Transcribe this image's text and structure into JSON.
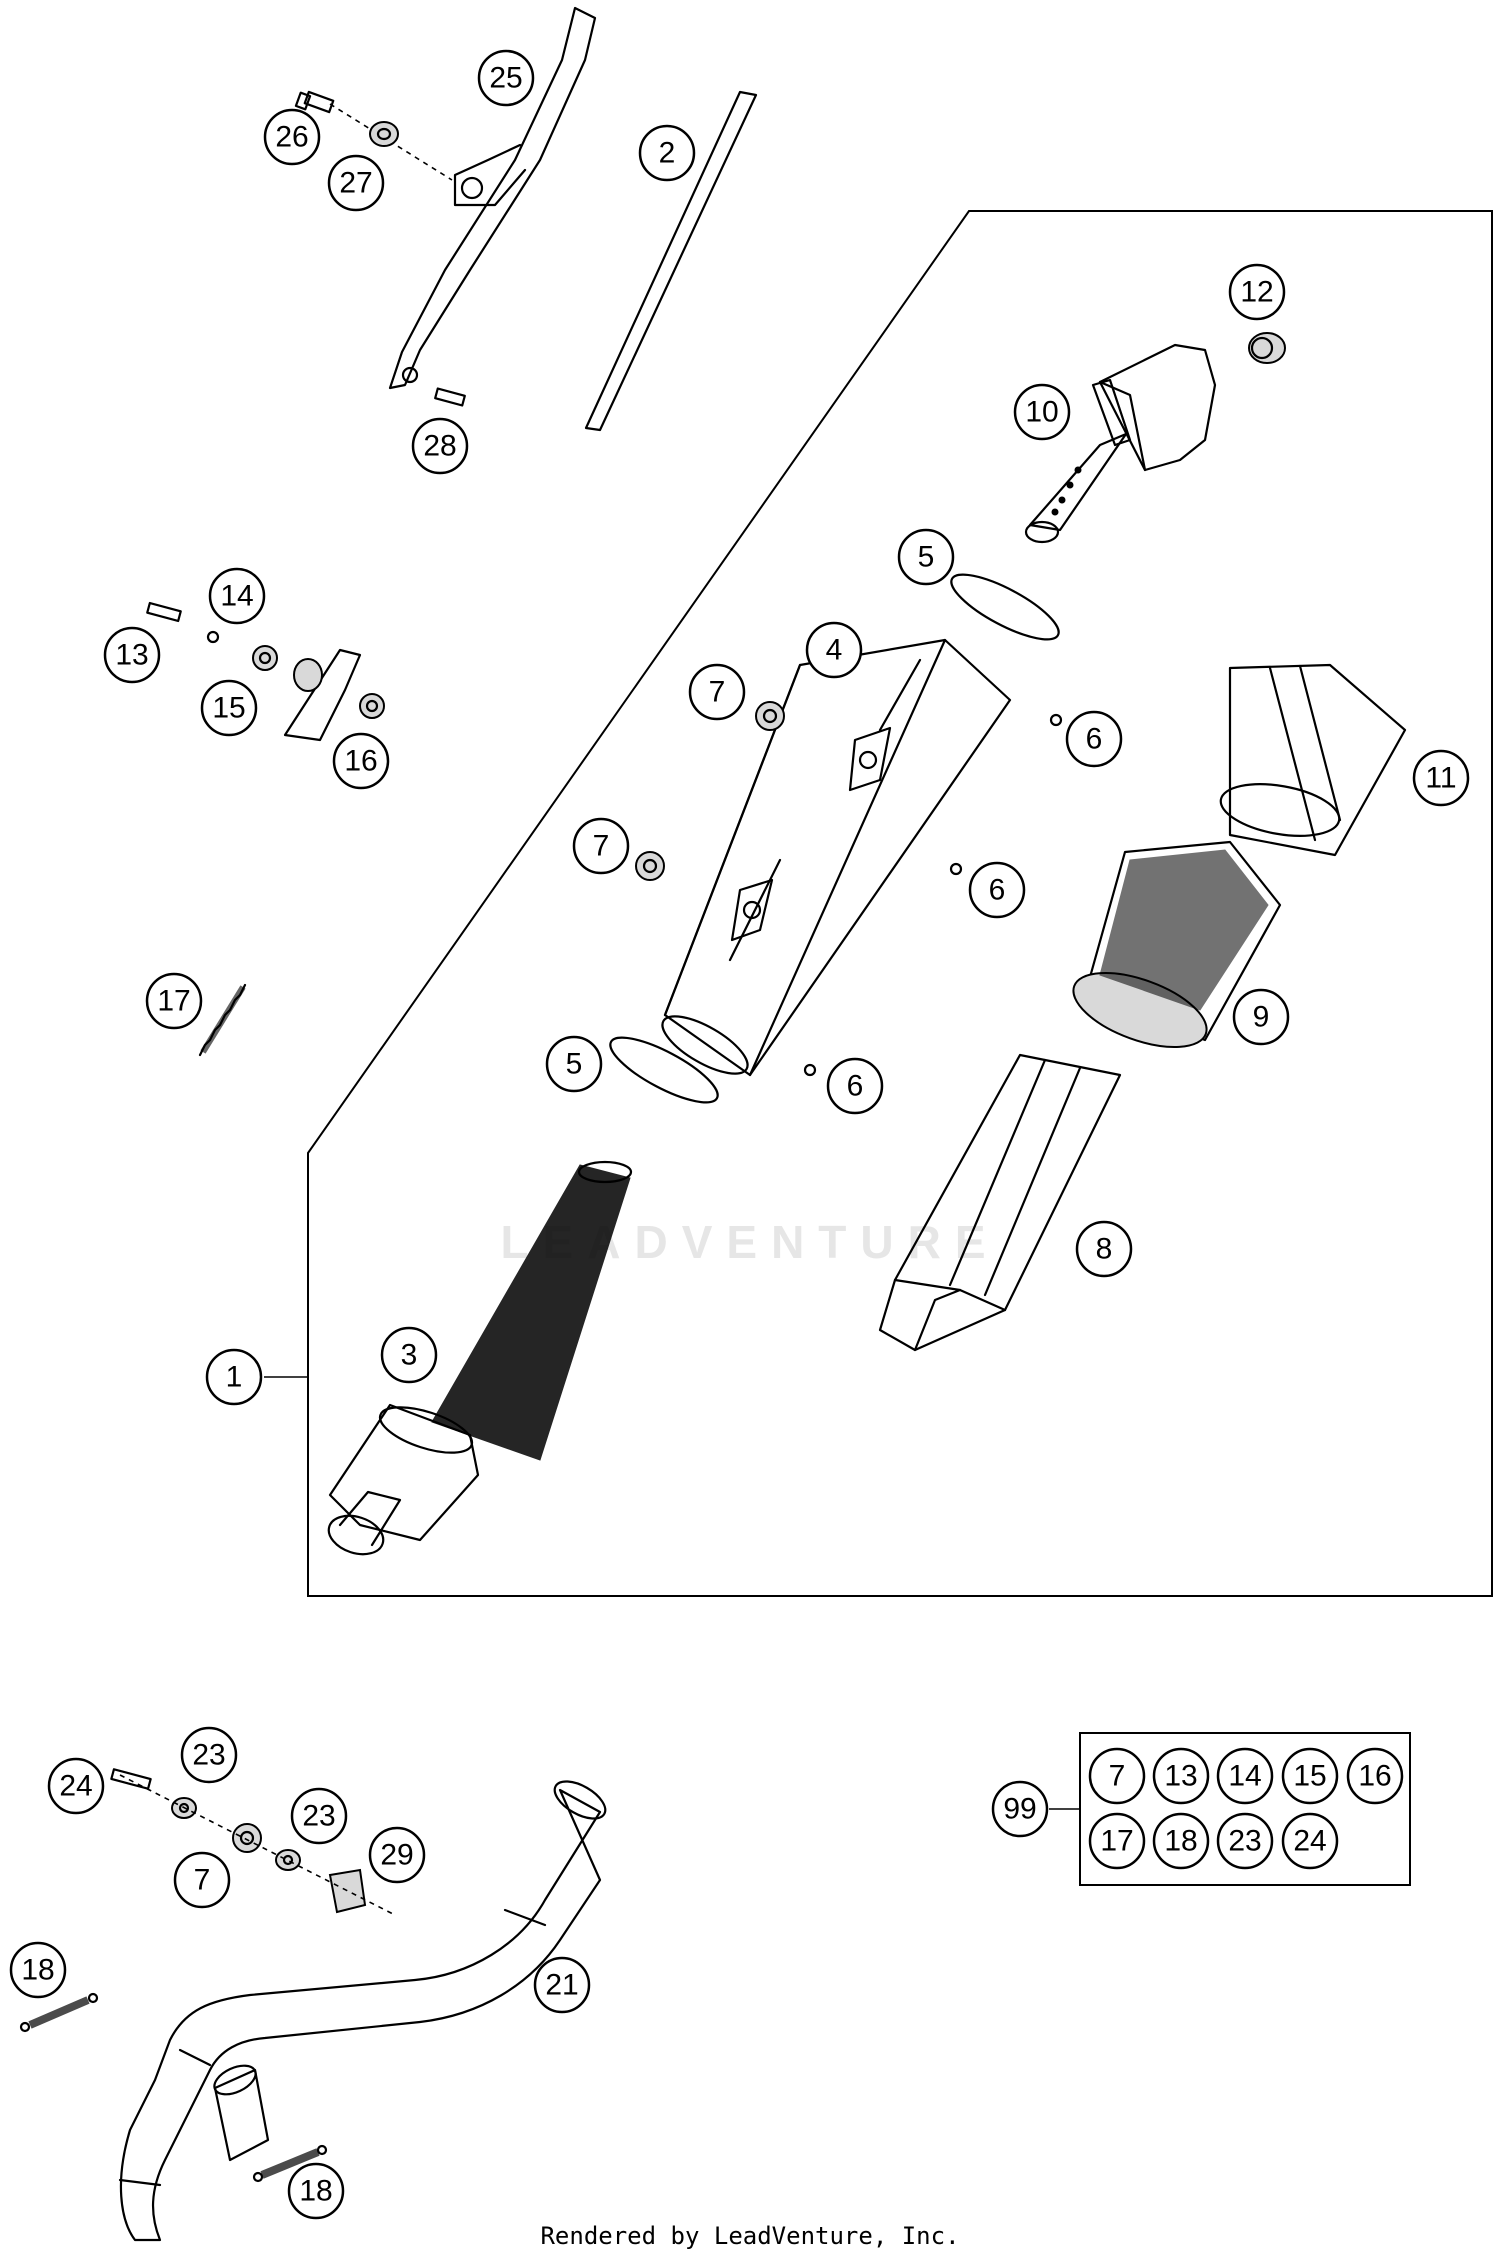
{
  "callouts": {
    "c1": "1",
    "c2": "2",
    "c3": "3",
    "c4": "4",
    "c5a": "5",
    "c5b": "5",
    "c6a": "6",
    "c6b": "6",
    "c6c": "6",
    "c7a": "7",
    "c7b": "7",
    "c7c": "7",
    "c8": "8",
    "c9": "9",
    "c10": "10",
    "c11": "11",
    "c12": "12",
    "c13": "13",
    "c14": "14",
    "c15": "15",
    "c16": "16",
    "c17": "17",
    "c18a": "18",
    "c18b": "18",
    "c21": "21",
    "c23a": "23",
    "c23b": "23",
    "c24": "24",
    "c25": "25",
    "c26": "26",
    "c27": "27",
    "c28": "28",
    "c29": "29",
    "c99": "99"
  },
  "kit_99_items": [
    "7",
    "13",
    "14",
    "15",
    "16",
    "17",
    "18",
    "23",
    "24"
  ],
  "watermark": "LEADVENTURE",
  "footer": "Rendered by LeadVenture, Inc."
}
